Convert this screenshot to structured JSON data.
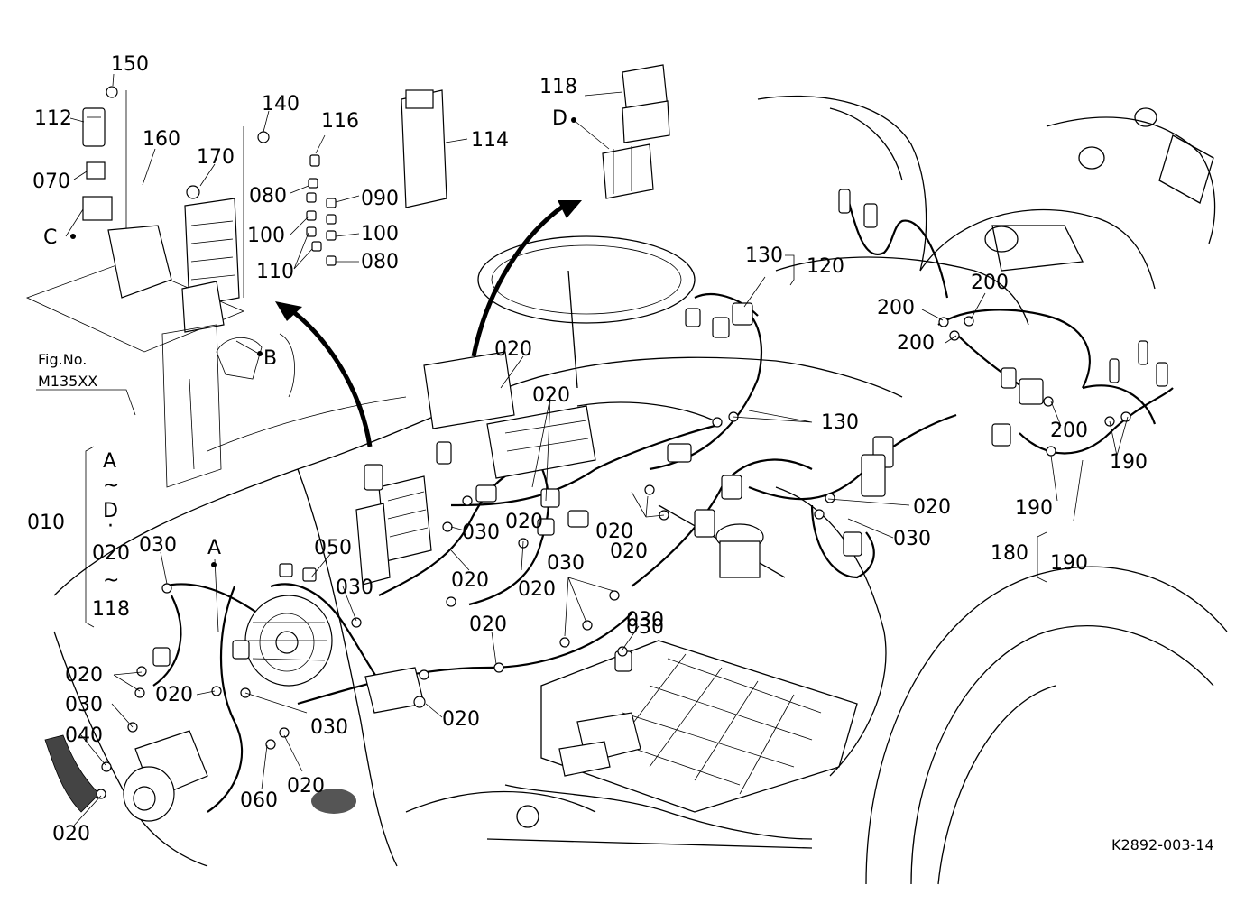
{
  "figure": {
    "ref_title": "Fig.No.",
    "ref_no": "M135XX",
    "code": "K2892-003-14",
    "range": {
      "a": "A",
      "tilde1": "~",
      "d": "D",
      "dot": "·",
      "n1": "020",
      "tilde2": "~",
      "n2": "118"
    }
  },
  "labels": [
    {
      "id": "l150",
      "text": "150"
    },
    {
      "id": "l112",
      "text": "112"
    },
    {
      "id": "l160",
      "text": "160"
    },
    {
      "id": "l070",
      "text": "070"
    },
    {
      "id": "lC",
      "text": "C"
    },
    {
      "id": "l170",
      "text": "170"
    },
    {
      "id": "l140",
      "text": "140"
    },
    {
      "id": "l116",
      "text": "116"
    },
    {
      "id": "l114",
      "text": "114"
    },
    {
      "id": "l080a",
      "text": "080"
    },
    {
      "id": "l090",
      "text": "090"
    },
    {
      "id": "l100a",
      "text": "100"
    },
    {
      "id": "l100b",
      "text": "100"
    },
    {
      "id": "l110",
      "text": "110"
    },
    {
      "id": "l080b",
      "text": "080"
    },
    {
      "id": "lB",
      "text": "B"
    },
    {
      "id": "l118",
      "text": "118"
    },
    {
      "id": "lD",
      "text": "D"
    },
    {
      "id": "l130a",
      "text": "130"
    },
    {
      "id": "l120",
      "text": "120"
    },
    {
      "id": "l130b",
      "text": "130"
    },
    {
      "id": "l200a",
      "text": "200"
    },
    {
      "id": "l200b",
      "text": "200"
    },
    {
      "id": "l200c",
      "text": "200"
    },
    {
      "id": "l200d",
      "text": "200"
    },
    {
      "id": "l190a",
      "text": "190"
    },
    {
      "id": "l190b",
      "text": "190"
    },
    {
      "id": "l190c",
      "text": "190"
    },
    {
      "id": "l180",
      "text": "180"
    },
    {
      "id": "l010",
      "text": "010"
    },
    {
      "id": "l030a",
      "text": "030"
    },
    {
      "id": "lA",
      "text": "A"
    },
    {
      "id": "l050",
      "text": "050"
    },
    {
      "id": "l020a",
      "text": "020"
    },
    {
      "id": "l020b",
      "text": "020"
    },
    {
      "id": "l030b",
      "text": "030"
    },
    {
      "id": "l020c",
      "text": "020"
    },
    {
      "id": "l020d",
      "text": "020"
    },
    {
      "id": "l020e",
      "text": "020"
    },
    {
      "id": "l030c",
      "text": "030"
    },
    {
      "id": "l020f",
      "text": "020"
    },
    {
      "id": "l030d",
      "text": "030"
    },
    {
      "id": "l020g",
      "text": "020"
    },
    {
      "id": "l020h",
      "text": "020"
    },
    {
      "id": "l030e",
      "text": "030"
    },
    {
      "id": "l030f",
      "text": "030"
    },
    {
      "id": "l020i",
      "text": "020"
    },
    {
      "id": "l030g",
      "text": "030"
    },
    {
      "id": "l020j",
      "text": "020"
    },
    {
      "id": "l030h",
      "text": "030"
    },
    {
      "id": "l040",
      "text": "040"
    },
    {
      "id": "l020k",
      "text": "020"
    },
    {
      "id": "l060",
      "text": "060"
    },
    {
      "id": "l020l",
      "text": "020"
    },
    {
      "id": "l020m",
      "text": "020"
    },
    {
      "id": "l020n",
      "text": "020"
    },
    {
      "id": "l030i",
      "text": "030"
    }
  ]
}
